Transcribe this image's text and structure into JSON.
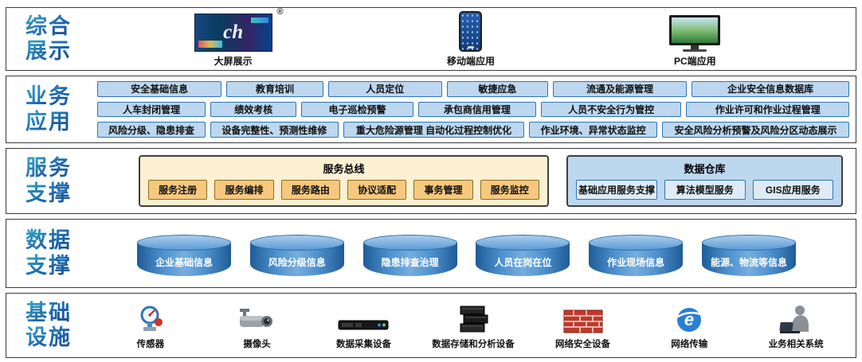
{
  "colors": {
    "band_border": "#3a3a3a",
    "layer_label_gradient_top": "#35aac9",
    "layer_label_gradient_bottom": "#154a84",
    "app_box_fill": "#bdd7ee",
    "app_box_border": "#2e75b6",
    "bus_fill": "#fdf0d2",
    "bus_item_fill": "#f6c87f",
    "warehouse_fill": "#bdd7ee",
    "cylinder_fill": "#2e75b6",
    "cylinder_text": "#ffffff"
  },
  "layers": {
    "display": {
      "label_lines": [
        "综合",
        "展示"
      ],
      "trademark": "®",
      "screen_text": "ch",
      "items": [
        {
          "label": "大屏展示",
          "icon": "dashboard-screen"
        },
        {
          "label": "移动端应用",
          "icon": "smartphone"
        },
        {
          "label": "PC端应用",
          "icon": "pc-monitor"
        }
      ]
    },
    "business": {
      "label_lines": [
        "业务",
        "应用"
      ],
      "rows": [
        [
          "安全基础信息",
          "教育培训",
          "人员定位",
          "敏捷应急",
          "流通及能源管理",
          "企业安全信息数据库"
        ],
        [
          "人车封闭管理",
          "绩效考核",
          "电子巡检预警",
          "承包商信用管理",
          "人员不安全行为管控",
          "作业许可和作业过程管理"
        ],
        [
          "风险分级、隐患排查",
          "设备完整性、预测性维修",
          "重大危险源管理 自动化过程控制优化",
          "作业环境、异常状态监控",
          "安全风险分析预警及风险分区动态展示"
        ]
      ]
    },
    "service": {
      "label_lines": [
        "服务",
        "支撑"
      ],
      "bus": {
        "title": "服务总线",
        "items": [
          "服务注册",
          "服务编排",
          "服务路由",
          "协议适配",
          "事务管理",
          "服务监控"
        ]
      },
      "warehouse": {
        "title": "数据仓库",
        "items": [
          "基础应用服务支撑",
          "算法模型服务",
          "GIS应用服务"
        ]
      }
    },
    "data": {
      "label_lines": [
        "数据",
        "支撑"
      ],
      "cylinders": [
        "企业基础信息",
        "风险分级信息",
        "隐患排查治理",
        "人员在岗在位",
        "作业现场信息",
        "能源、物流等信息"
      ]
    },
    "infrastructure": {
      "label_lines": [
        "基础",
        "设施"
      ],
      "network_glyph": "e",
      "items": [
        {
          "label": "传感器",
          "icon": "sensor-icon"
        },
        {
          "label": "摄像头",
          "icon": "camera-icon"
        },
        {
          "label": "数据采集设备",
          "icon": "data-collector-icon"
        },
        {
          "label": "数据存储和分析设备",
          "icon": "storage-icon"
        },
        {
          "label": "网络安全设备",
          "icon": "firewall-icon"
        },
        {
          "label": "网络传输",
          "icon": "network-icon"
        },
        {
          "label": "业务相关系统",
          "icon": "business-system-icon"
        }
      ]
    }
  }
}
